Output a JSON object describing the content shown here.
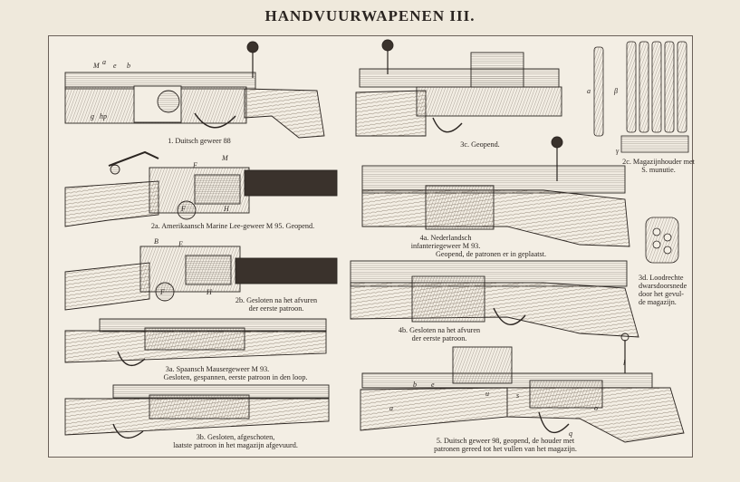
{
  "title": "HANDVUURWAPENEN III.",
  "captions": {
    "fig1": "1. Duitsch geweer 88",
    "fig2a": "2a. Amerikaansch Marine Lee-geweer M 95. Geopend.",
    "fig2b_1": "2b. Gesloten na het afvuren",
    "fig2b_2": "der eerste patroon.",
    "fig3a_1": "3a. Spaansch Mausergeweer M 93.",
    "fig3a_2": "Gesloten, gespannen, eerste patroon in den loop.",
    "fig3b_1": "3b. Gesloten, afgeschoten,",
    "fig3b_2": "laatste patroon in het magazijn afgevuurd.",
    "fig3c": "3c. Geopend.",
    "fig4a_1": "4a. Nederlandsch",
    "fig4a_2": "infanteriegeweer M 93.",
    "fig4a_3": "Geopend, de patronen er in geplaatst.",
    "fig4b_1": "4b. Gesloten na het afvuren",
    "fig4b_2": "der eerste patroon.",
    "fig5_1": "5. Duitsch geweer 98, geopend, de houder met",
    "fig5_2": "patronen gereed tot het vullen van het magazijn.",
    "fig2c_1": "2c. Magazijnhouder met",
    "fig2c_2": "S. munutie.",
    "fig3d_1": "3d. Loodrechte",
    "fig3d_2": "dwarsdoorsnede",
    "fig3d_3": "door het gevul-",
    "fig3d_4": "de magazijn."
  },
  "figure_letters": {
    "fig1": [
      "M",
      "a",
      "e",
      "b",
      "g",
      "hp"
    ],
    "fig2a": [
      "F",
      "M",
      "F",
      "H"
    ],
    "fig2b": [
      "B",
      "E",
      "F",
      "H"
    ],
    "fig2c": [
      "a",
      "β",
      "γ"
    ],
    "fig5": [
      "a",
      "b",
      "e",
      "u",
      "s",
      "l",
      "o",
      "q"
    ]
  },
  "colors": {
    "paper": "#efe9dc",
    "plate": "#f3eee4",
    "ink": "#2b2521",
    "wood": "#d8cdbd"
  }
}
